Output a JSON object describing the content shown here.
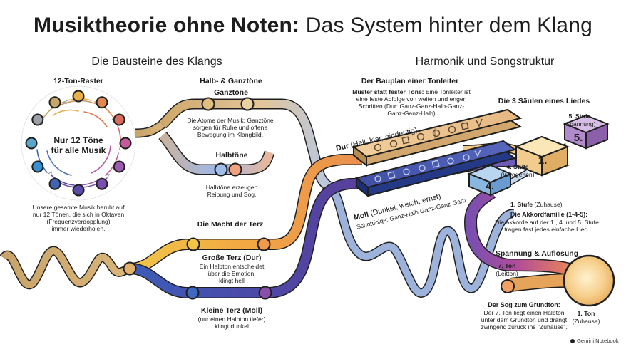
{
  "title": {
    "bold": "Musiktheorie ohne Noten:",
    "rest": "Das System hinter dem Klang"
  },
  "left_section": {
    "title": "Die Bausteine des Klangs",
    "raster": {
      "title": "12-Ton-Raster",
      "center": "Nur 12 Töne\nfür alle Musik",
      "description": "Unsere gesamte Musik beruht auf\nnur 12 Tönen, die sich in Oktaven\n(Frequenzverdopplung)\nimmer wiederholen.",
      "dot_colors": [
        "#e8b04a",
        "#e08850",
        "#d96b5e",
        "#c45a9c",
        "#9a5bb0",
        "#7a4fb0",
        "#5a4aa5",
        "#3f63b5",
        "#3b8fd0",
        "#58a6c9",
        "#9aa0a6",
        "#c7a66a"
      ]
    },
    "steps": {
      "title": "Halb- & Ganztöne",
      "whole_title": "Ganztöne",
      "whole_text": "Die Atome der Musik: Ganztöne\nsorgen für Ruhe und offene\nBewegung im Klangbild.",
      "half_title": "Halbtöne",
      "half_text": "Halbtöne erzeugen\nReibung und Sog."
    },
    "third": {
      "title": "Die Macht der Terz",
      "major_title": "Große Terz (Dur)",
      "major_text": "Ein Halbton entscheidet\nüber die Emotion:\nklingt hell",
      "minor_title": "Kleine Terz (Moll)",
      "minor_text": "(nur einen Halbton tiefer)\nklingt dunkel"
    }
  },
  "right_section": {
    "title": "Harmonik und Songstruktur",
    "scale": {
      "title": "Der Bauplan einer Tonleiter",
      "text_bold": "Muster statt fester Töne:",
      "text": " Eine Tonleiter ist eine feste Abfolge von weiten und engen Schritten (Dur: Ganz-Ganz-Halb-Ganz-Ganz-Ganz-Halb)",
      "major_label_bold": "Dur",
      "major_label": " (Hell, klar, eindeutig)",
      "minor_label_bold": "Moll",
      "minor_label": " (Dunkel, weich, ernst)",
      "minor_sequence": "Schrittfolge: Ganz-Halb-Ganz-Ganz-Ganz"
    },
    "pillars": {
      "title": "Die 3 Säulen eines Liedes",
      "step5_title": "5. Stufe",
      "step5_sub": "(Spannung)",
      "step4_title": "4. Stufe",
      "step4_sub": "(Weggehen)",
      "step1_title": "1. Stufe",
      "step1_sub": " (Zuhause)",
      "block5": "5.",
      "block4": "4.",
      "block1": "1.",
      "family_title": "Die Akkordfamilie (1-4-5):",
      "family_text": "Die Akkorde auf der 1., 4. und 5. Stufe\ntragen fast jedes einfache Lied."
    },
    "tension": {
      "title": "Spannung & Auflösung",
      "leading_title": "7. Ton",
      "leading_sub": "(Leitton)",
      "pull_title": "Der Sog zum Grundton:",
      "pull_text": "Der 7. Ton liegt einen Halbton\nunter dem Grundton und drängt\nzwingend zurück ins \"Zuhause\".",
      "root_title": "1. Ton",
      "root_sub": "(Zuhause)"
    }
  },
  "brand": "Gemini Notebook"
}
